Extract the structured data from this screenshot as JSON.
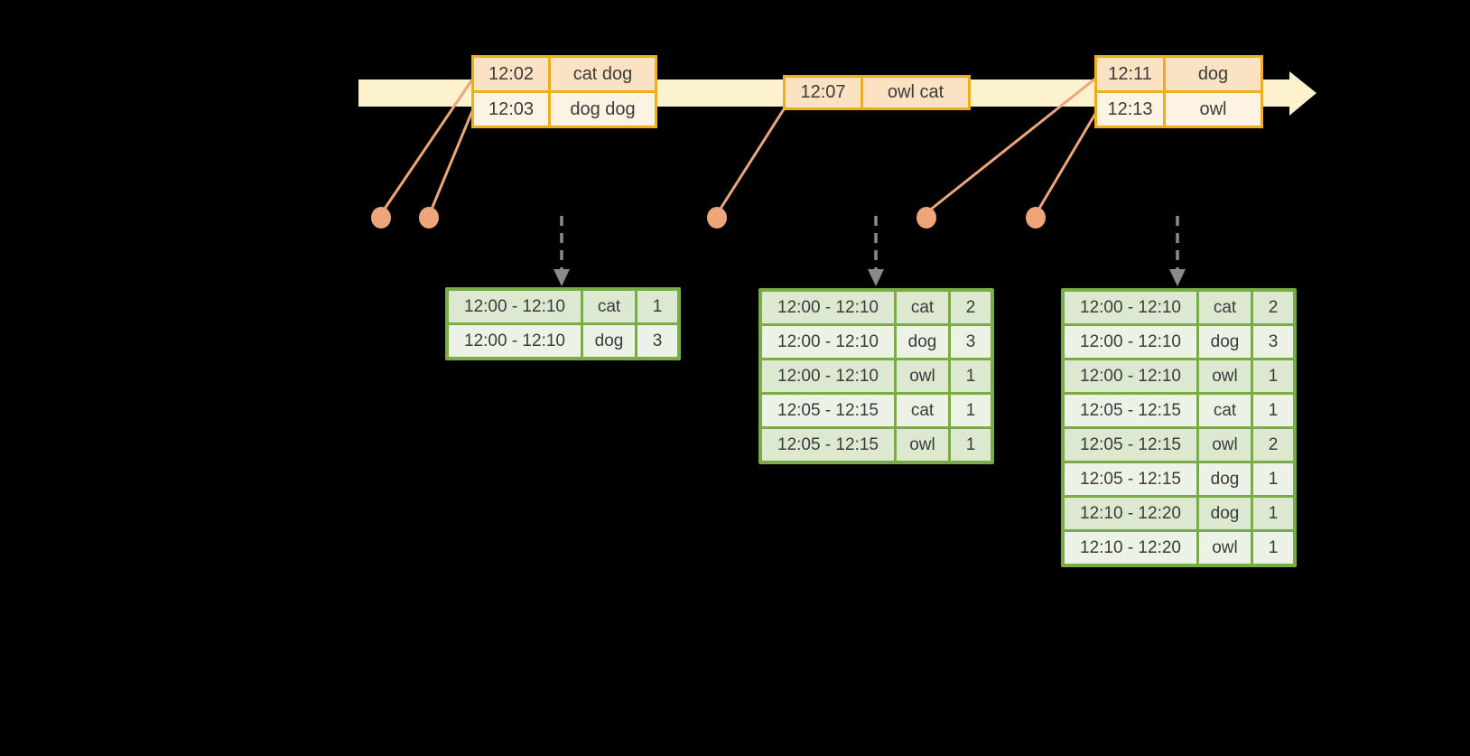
{
  "palette": {
    "background": "#000000",
    "timeline_fill": "#FCF2CD",
    "event_table_border": "#F0AD1B",
    "event_row_fill_dark": "#FAE2C3",
    "event_row_fill_light": "#FDF3E2",
    "event_marker": "#EDA57A",
    "trigger_arrow": "#8B8B8B",
    "result_table_border": "#79AB46",
    "result_row_fill_dark": "#DDE8D1",
    "result_row_fill_light": "#EDF2E7",
    "text": "#3B3B3B"
  },
  "event_tables": [
    {
      "rows": [
        {
          "time": "12:02",
          "words": "cat dog"
        },
        {
          "time": "12:03",
          "words": "dog dog"
        }
      ]
    },
    {
      "rows": [
        {
          "time": "12:07",
          "words": "owl cat"
        }
      ]
    },
    {
      "rows": [
        {
          "time": "12:11",
          "words": "dog"
        },
        {
          "time": "12:13",
          "words": "owl"
        }
      ]
    }
  ],
  "result_tables": [
    {
      "rows": [
        {
          "window": "12:00 - 12:10",
          "word": "cat",
          "count": "1"
        },
        {
          "window": "12:00 - 12:10",
          "word": "dog",
          "count": "3"
        }
      ]
    },
    {
      "rows": [
        {
          "window": "12:00 - 12:10",
          "word": "cat",
          "count": "2"
        },
        {
          "window": "12:00 - 12:10",
          "word": "dog",
          "count": "3"
        },
        {
          "window": "12:00 - 12:10",
          "word": "owl",
          "count": "1"
        },
        {
          "window": "12:05 - 12:15",
          "word": "cat",
          "count": "1"
        },
        {
          "window": "12:05 - 12:15",
          "word": "owl",
          "count": "1"
        }
      ]
    },
    {
      "rows": [
        {
          "window": "12:00 - 12:10",
          "word": "cat",
          "count": "2"
        },
        {
          "window": "12:00 - 12:10",
          "word": "dog",
          "count": "3"
        },
        {
          "window": "12:00 - 12:10",
          "word": "owl",
          "count": "1"
        },
        {
          "window": "12:05 - 12:15",
          "word": "cat",
          "count": "1"
        },
        {
          "window": "12:05 - 12:15",
          "word": "owl",
          "count": "2"
        },
        {
          "window": "12:05 - 12:15",
          "word": "dog",
          "count": "1"
        },
        {
          "window": "12:10 - 12:20",
          "word": "dog",
          "count": "1"
        },
        {
          "window": "12:10 - 12:20",
          "word": "owl",
          "count": "1"
        }
      ]
    }
  ]
}
